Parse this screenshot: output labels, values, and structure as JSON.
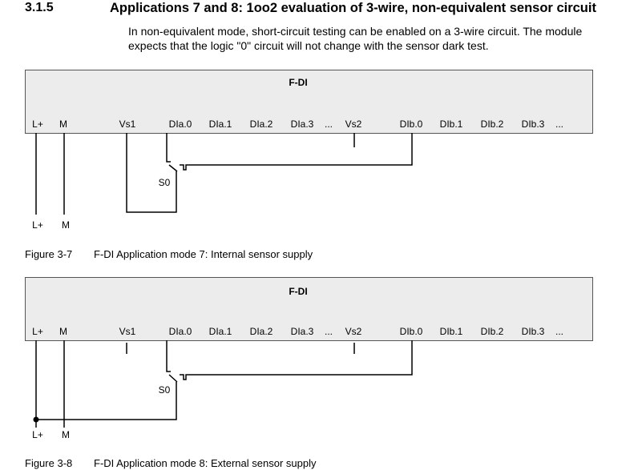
{
  "section": {
    "number": "3.1.5",
    "title": "Applications 7 and 8: 1oo2 evaluation of 3-wire, non-equivalent sensor circuit"
  },
  "intro": {
    "line1": "In non-equivalent mode, short-circuit testing can be enabled on a 3-wire circuit. The module",
    "line2": "expects that the logic \"0\" circuit will not change with the sensor dark test."
  },
  "diagram1": {
    "module": "F-DI",
    "terminals": [
      "L+",
      "M",
      "Vs1",
      "DIa.0",
      "DIa.1",
      "DIa.2",
      "DIa.3",
      "...",
      "Vs2",
      "DIb.0",
      "DIb.1",
      "DIb.2",
      "DIb.3",
      "..."
    ],
    "sensor": "S0",
    "supply_lplus": "L+",
    "supply_m": "M"
  },
  "figure1": {
    "number": "Figure 3-7",
    "caption": "F-DI Application mode 7: Internal sensor supply"
  },
  "diagram2": {
    "module": "F-DI",
    "terminals": [
      "L+",
      "M",
      "Vs1",
      "DIa.0",
      "DIa.1",
      "DIa.2",
      "DIa.3",
      "...",
      "Vs2",
      "DIb.0",
      "DIb.1",
      "DIb.2",
      "DIb.3",
      "..."
    ],
    "sensor": "S0",
    "supply_lplus": "L+",
    "supply_m": "M"
  },
  "figure2": {
    "number": "Figure 3-8",
    "caption": "F-DI Application mode 8: External sensor supply"
  }
}
